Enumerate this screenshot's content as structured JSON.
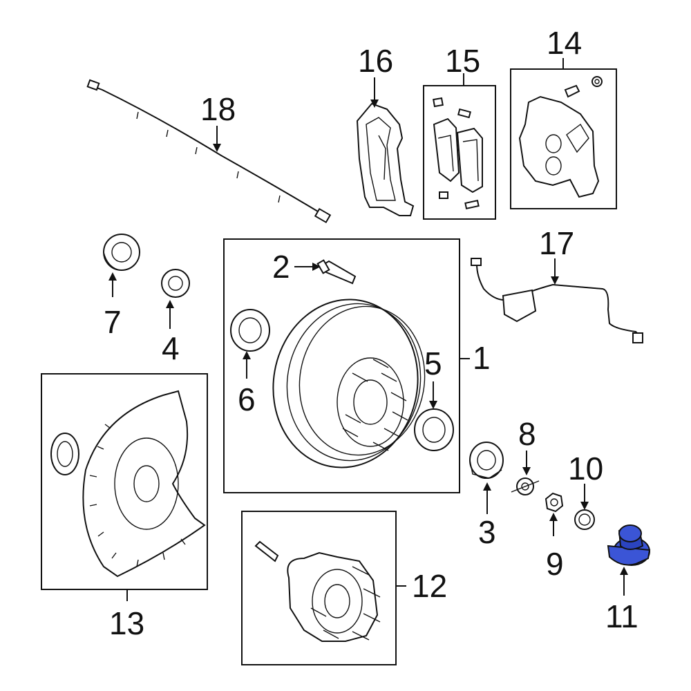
{
  "diagram": {
    "highlight_color": "#3b55d6",
    "highlighted_callout": "11",
    "callouts": [
      {
        "id": "1",
        "text": "1"
      },
      {
        "id": "2",
        "text": "2"
      },
      {
        "id": "3",
        "text": "3"
      },
      {
        "id": "4",
        "text": "4"
      },
      {
        "id": "5",
        "text": "5"
      },
      {
        "id": "6",
        "text": "6"
      },
      {
        "id": "7",
        "text": "7"
      },
      {
        "id": "8",
        "text": "8"
      },
      {
        "id": "9",
        "text": "9"
      },
      {
        "id": "10",
        "text": "10"
      },
      {
        "id": "11",
        "text": "11"
      },
      {
        "id": "12",
        "text": "12"
      },
      {
        "id": "13",
        "text": "13"
      },
      {
        "id": "14",
        "text": "14"
      },
      {
        "id": "15",
        "text": "15"
      },
      {
        "id": "16",
        "text": "16"
      },
      {
        "id": "17",
        "text": "17"
      },
      {
        "id": "18",
        "text": "18"
      }
    ]
  }
}
